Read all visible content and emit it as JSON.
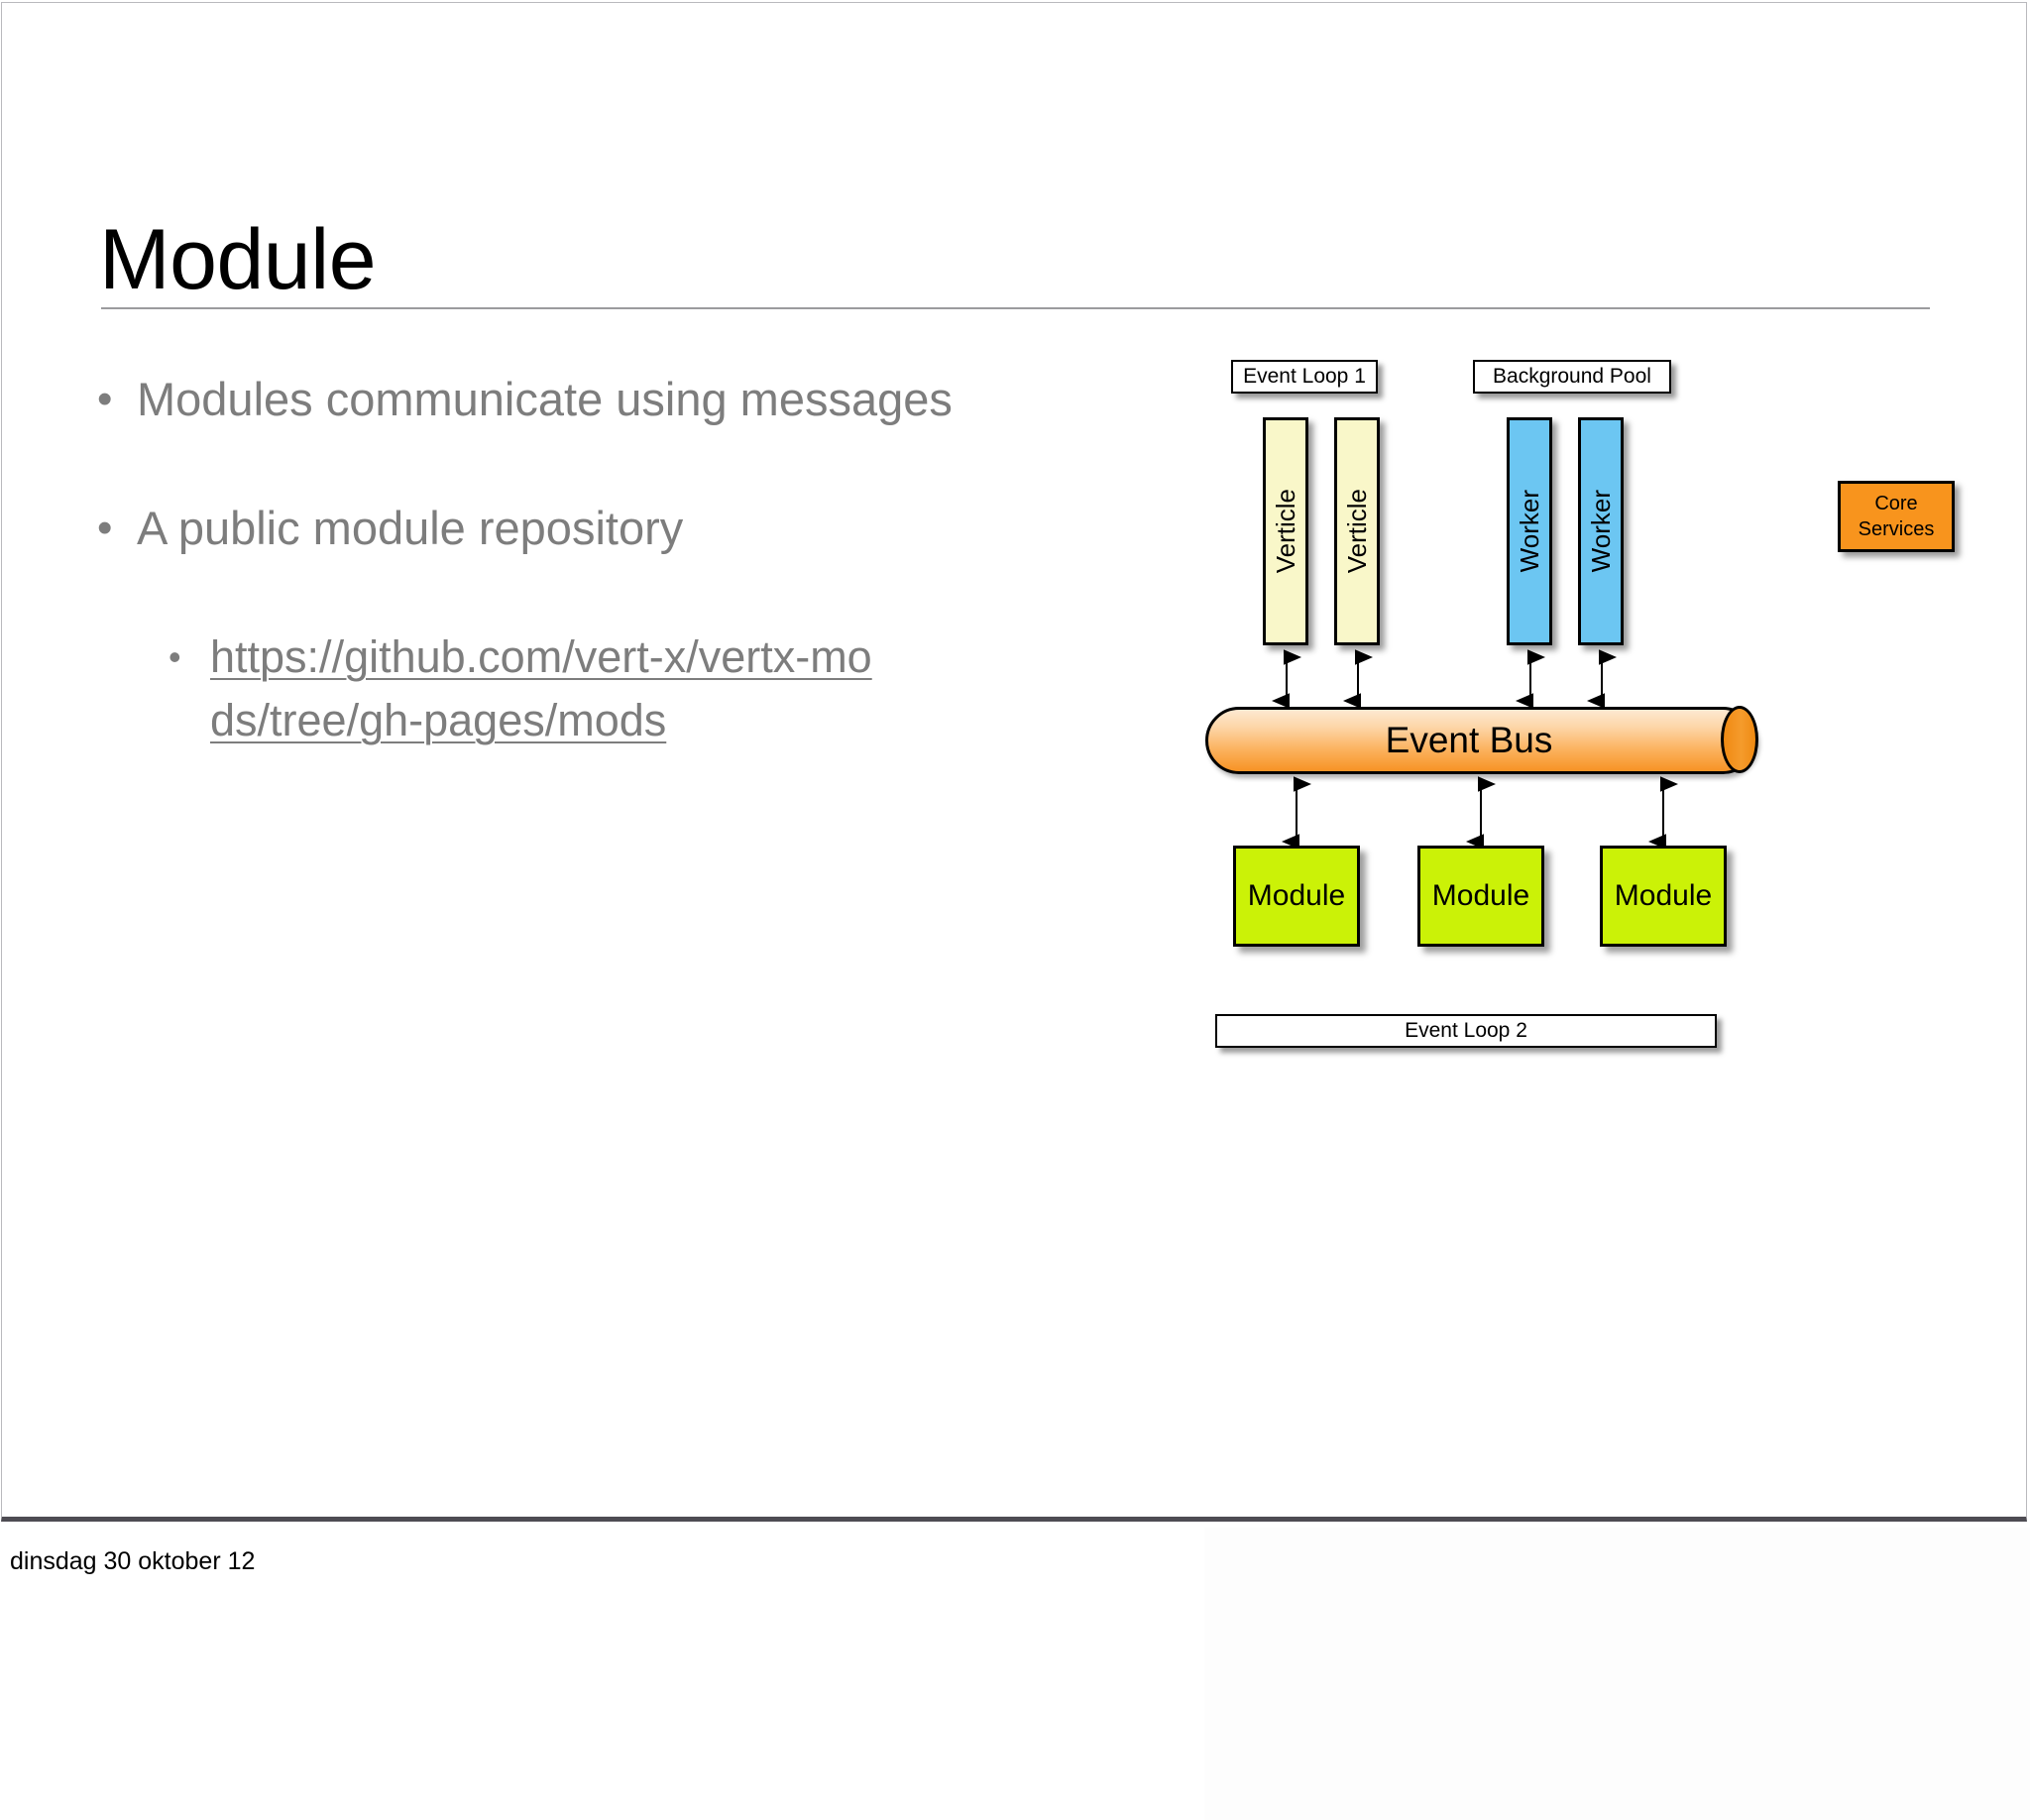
{
  "slide": {
    "title": "Module",
    "bullets": [
      {
        "marker": "•",
        "text": "Modules communicate using messages"
      },
      {
        "marker": "•",
        "text": "A public module repository"
      }
    ],
    "sub_bullets": [
      {
        "marker": "•",
        "text": "https://github.com/vert-x/vertx-mods/tree/gh-pages/mods"
      }
    ],
    "footer": "dinsdag 30 oktober 12"
  },
  "diagram": {
    "labels": {
      "event_loop_1": "Event Loop 1",
      "background_pool": "Background Pool",
      "event_loop_2": "Event Loop 2"
    },
    "verticles": [
      {
        "label": "Verticle"
      },
      {
        "label": "Verticle"
      }
    ],
    "workers": [
      {
        "label": "Worker"
      },
      {
        "label": "Worker"
      }
    ],
    "core_services": {
      "line1": "Core",
      "line2": "Services"
    },
    "event_bus": {
      "label": "Event Bus"
    },
    "modules": [
      {
        "label": "Module"
      },
      {
        "label": "Module"
      },
      {
        "label": "Module"
      }
    ],
    "colors": {
      "verticle": "#f9f7c9",
      "worker": "#6cc6f2",
      "core_services": "#f8941d",
      "module": "#cbf207",
      "event_bus_light": "#fde9d2",
      "event_bus_dark": "#f79324",
      "event_bus_cap": "#f08a12",
      "stroke": "#000000",
      "label_box_bg": "#ffffff"
    }
  },
  "theme": {
    "background": "#ffffff",
    "title_color": "#000000",
    "body_text_color": "#7d7d7d",
    "rule_color": "#9b9b9e",
    "slide_border": "#b9b9bd",
    "slide_bottom_rule": "#4e4c53"
  }
}
